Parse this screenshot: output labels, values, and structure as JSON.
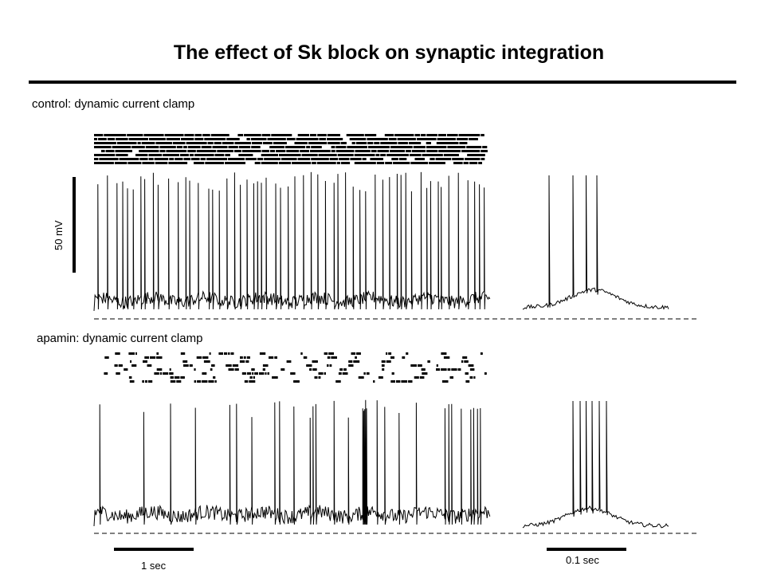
{
  "slide": {
    "title": "The effect of Sk block on synaptic integration"
  },
  "panels": {
    "control_label": "control: dynamic current clamp",
    "apamin_label": "apamin: dynamic current clamp"
  },
  "scale_bars": {
    "voltage": "50 mV",
    "time_long": "1 sec",
    "time_short": "0.1 sec"
  }
}
